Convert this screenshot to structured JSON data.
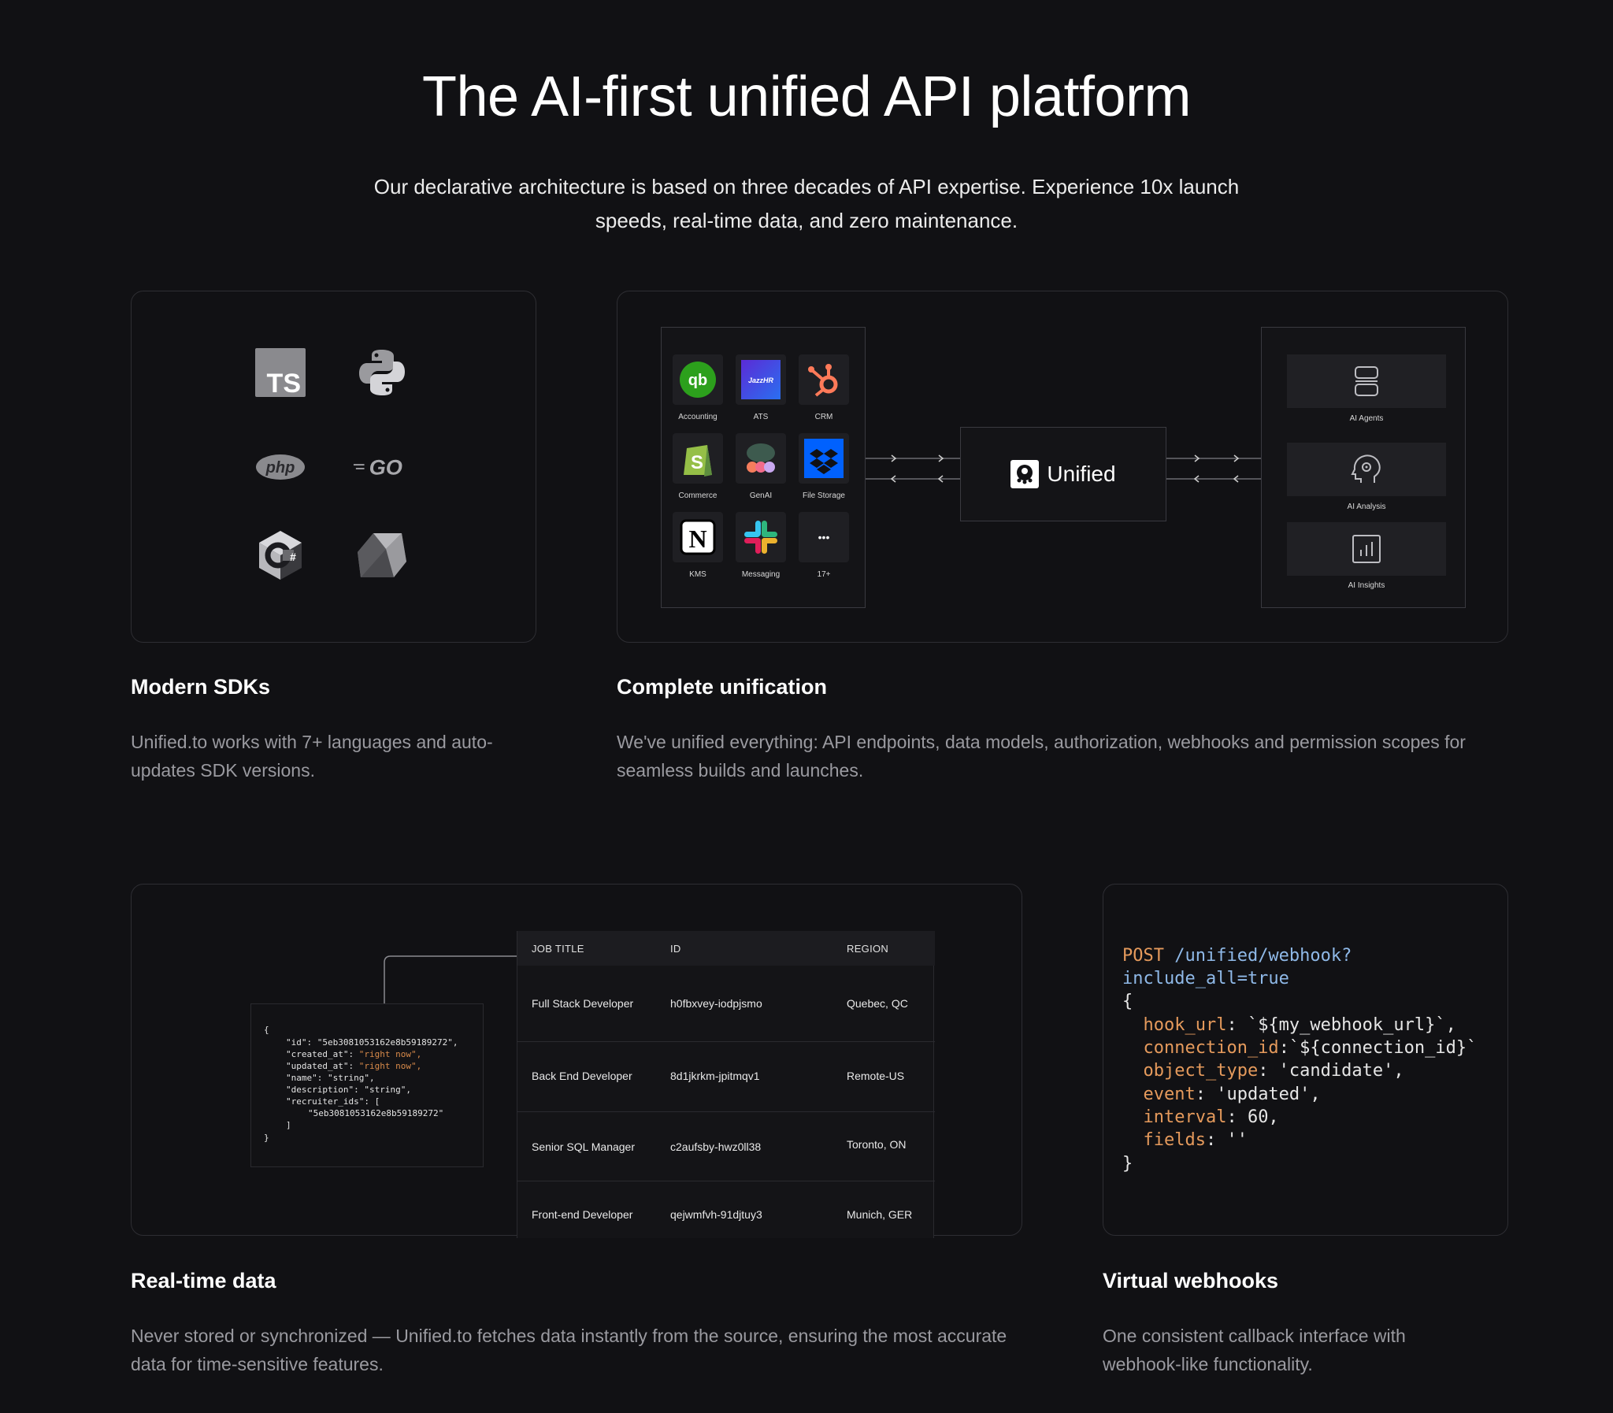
{
  "hero": {
    "title": "The AI-first unified API platform",
    "subtitle": "Our declarative architecture is based on three decades of API expertise. Experience 10x launch speeds, real-time data, and zero maintenance."
  },
  "sdks": {
    "heading": "Modern SDKs",
    "description": "Unified.to works with 7+ languages and auto-updates SDK versions.",
    "icons": [
      "typescript-icon",
      "python-icon",
      "php-icon",
      "go-icon",
      "csharp-icon",
      "ruby-icon"
    ],
    "ts_text": "TS",
    "php_text": "php",
    "go_text": "GO",
    "cs_text": "#"
  },
  "unification": {
    "heading": "Complete unification",
    "description": "We've unified everything: API endpoints, data models, authorization, webhooks and permission scopes for seamless builds and launches.",
    "apps": [
      {
        "label": "Accounting",
        "icon": "quickbooks-icon",
        "glyph": "qb"
      },
      {
        "label": "ATS",
        "icon": "jazzhr-icon",
        "glyph": "JazzHR"
      },
      {
        "label": "CRM",
        "icon": "hubspot-icon"
      },
      {
        "label": "Commerce",
        "icon": "shopify-icon",
        "glyph": "S"
      },
      {
        "label": "GenAI",
        "icon": "genai-icon"
      },
      {
        "label": "File Storage",
        "icon": "dropbox-icon"
      },
      {
        "label": "KMS",
        "icon": "notion-icon",
        "glyph": "N"
      },
      {
        "label": "Messaging",
        "icon": "slack-icon"
      },
      {
        "label": "17+",
        "icon": "more-icon",
        "glyph": "•••"
      }
    ],
    "center_label": "Unified",
    "ai": [
      {
        "label": "AI Agents",
        "icon": "robot-icon"
      },
      {
        "label": "AI Analysis",
        "icon": "head-gear-icon"
      },
      {
        "label": "AI Insights",
        "icon": "bar-chart-icon"
      }
    ]
  },
  "realtime": {
    "heading": "Real-time data",
    "description": "Never stored or synchronized — Unified.to fetches data instantly from the source, ensuring the most accurate data for time-sensitive features.",
    "json": {
      "open": "{",
      "id": "\"id\": \"5eb3081053162e8b59189272\",",
      "created_key": "\"created_at\": ",
      "created_val": "\"right now\",",
      "updated_key": "\"updated_at\": ",
      "updated_val": "\"right now\",",
      "name": "\"name\": \"string\",",
      "description": "\"description\": \"string\",",
      "recruiter": "\"recruiter_ids\": [",
      "recruiter_id": "\"5eb3081053162e8b59189272\"",
      "arr_close": "]",
      "close": "}"
    },
    "table": {
      "headers": [
        "JOB TITLE",
        "ID",
        "REGION"
      ],
      "rows": [
        [
          "Full Stack Developer",
          "h0fbxvey-iodpjsmo",
          "Quebec, QC"
        ],
        [
          "Back End Developer",
          "8d1jkrkm-jpitmqv1",
          "Remote-US"
        ],
        [
          "Senior SQL Manager",
          "c2aufsby-hwz0ll38",
          "Toronto, ON"
        ],
        [
          "Front-end Developer",
          "qejwmfvh-91djtuy3",
          "Munich, GER"
        ]
      ]
    }
  },
  "webhooks": {
    "heading": "Virtual webhooks",
    "description": "One consistent callback interface with webhook-like functionality.",
    "code": {
      "method": "POST",
      "path1": " /unified/webhook?",
      "path2": "include_all=true",
      "open": "{",
      "hook_key": "  hook_url",
      "hook_val": ": `${my_webhook_url}`,",
      "conn_key": "  connection_id",
      "conn_val": ":`${connection_id}`",
      "obj_key": "  object_type",
      "obj_val": ": 'candidate',",
      "event_key": "  event",
      "event_val": ": 'updated',",
      "interval_key": "  interval",
      "interval_val": ": 60,",
      "fields_key": "  fields",
      "fields_val": ": ''",
      "close": "}"
    }
  }
}
